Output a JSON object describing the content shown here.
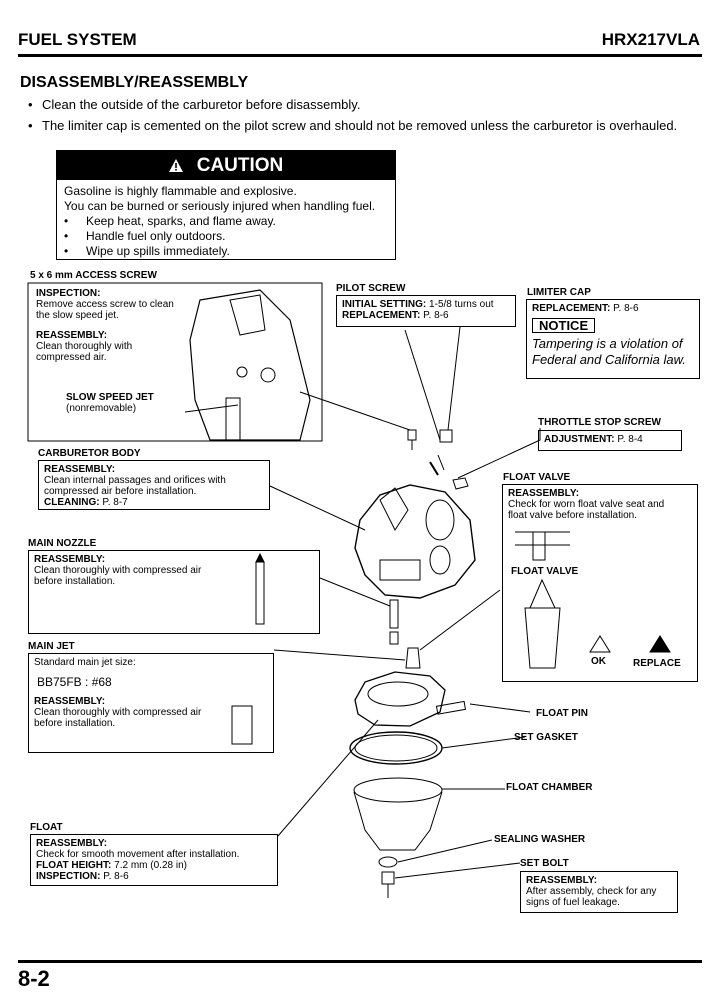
{
  "header": {
    "left": "FUEL SYSTEM",
    "right": "HRX217VLA"
  },
  "section_title": "DISASSEMBLY/REASSEMBLY",
  "bullets": [
    "Clean the outside of the carburetor before disassembly.",
    "The limiter cap is cemented on the pilot screw and should not be removed unless the carburetor is overhauled."
  ],
  "caution": {
    "title": "CAUTION",
    "lines": [
      "Gasoline is highly flammable and explosive.",
      "You can be burned or seriously injured when handling fuel."
    ],
    "items": [
      "Keep heat, sparks, and flame away.",
      "Handle fuel only outdoors.",
      "Wipe up spills immediately."
    ]
  },
  "access_screw": {
    "title": "5 x 6 mm ACCESS SCREW",
    "inspection_label": "INSPECTION:",
    "inspection_text": [
      "Remove access screw to clean",
      "the slow speed jet."
    ],
    "reassembly_label": "REASSEMBLY:",
    "reassembly_text": [
      "Clean thoroughly with",
      "compressed air."
    ],
    "slow_jet_label": "SLOW SPEED JET",
    "slow_jet_note": "(nonremovable)"
  },
  "pilot_screw": {
    "title": "PILOT SCREW",
    "setting_label": "INITIAL SETTING:",
    "setting_value": "1-5/8 turns out",
    "replacement_label": "REPLACEMENT:",
    "replacement_value": "P. 8-6"
  },
  "limiter_cap": {
    "title": "LIMITER CAP",
    "replacement_label": "REPLACEMENT:",
    "replacement_value": "P. 8-6",
    "notice": "NOTICE",
    "notice_text": [
      "Tampering is a violation of",
      "Federal and California law."
    ]
  },
  "throttle_stop": {
    "title": "THROTTLE STOP SCREW",
    "adj_label": "ADJUSTMENT:",
    "adj_value": "P. 8-4"
  },
  "carb_body": {
    "title": "CARBURETOR BODY",
    "reassembly_label": "REASSEMBLY:",
    "text": [
      "Clean internal passages and orifices with",
      "compressed air before installation."
    ],
    "cleaning_label": "CLEANING:",
    "cleaning_value": "P. 8-7"
  },
  "float_valve": {
    "title": "FLOAT VALVE",
    "reassembly_label": "REASSEMBLY:",
    "text": [
      "Check for worn float valve seat and",
      "float valve before installation."
    ],
    "inner_label": "FLOAT VALVE",
    "ok": "OK",
    "replace": "REPLACE"
  },
  "main_nozzle": {
    "title": "MAIN NOZZLE",
    "reassembly_label": "REASSEMBLY:",
    "text": [
      "Clean thoroughly with compressed air",
      "before installation."
    ]
  },
  "main_jet": {
    "title": "MAIN JET",
    "size_label": "Standard main jet size:",
    "size_value": "BB75FB : #68",
    "reassembly_label": "REASSEMBLY:",
    "text": [
      "Clean thoroughly with compressed air",
      "before installation."
    ]
  },
  "float_pin": "FLOAT PIN",
  "set_gasket": "SET GASKET",
  "float_chamber": "FLOAT CHAMBER",
  "sealing_washer": "SEALING WASHER",
  "set_bolt": {
    "title": "SET BOLT",
    "reassembly_label": "REASSEMBLY:",
    "text": [
      "After assembly, check for any",
      "signs of fuel leakage."
    ]
  },
  "float": {
    "title": "FLOAT",
    "reassembly_label": "REASSEMBLY:",
    "reassembly_text": "Check for smooth movement after installation.",
    "height_label": "FLOAT HEIGHT:",
    "height_value": "7.2 mm (0.28 in)",
    "inspection_label": "INSPECTION:",
    "inspection_value": "P. 8-6"
  },
  "page_number": "8-2"
}
